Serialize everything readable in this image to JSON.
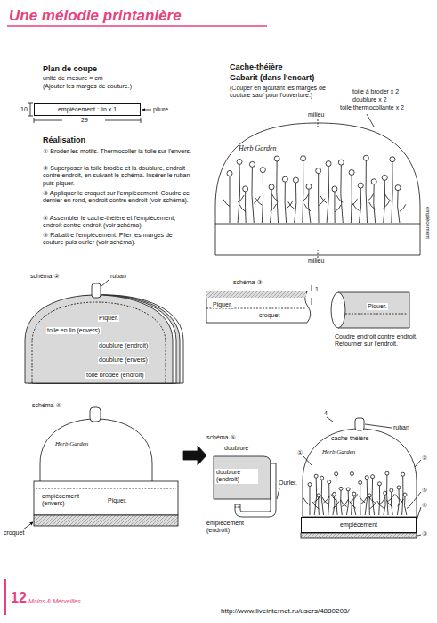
{
  "diagram": {
    "title": "Une mélodie printanière",
    "nodes": [
      {
        "text": [
          "empiècement : lin x 1"
        ]
      },
      {
        "text": [
          "empiècement"
        ]
      }
    ],
    "labels": [
      "Plan de coupe",
      "unité de mesure = cm",
      "(Ajouter les marges de couture.)",
      "10",
      "pliure",
      "29",
      "Réalisation",
      "① Broder les motifs. Thermocoller la toile sur l'envers.",
      "② Superposer la toile brodée et la doublure, endroit contre endroit, en suivant le schéma. Insérer le ruban puis piquer.",
      "③ Appliquer le croquet sur l'empiècement. Coudre ce dernier en rond, endroit contre endroit (voir schéma).",
      "④ Assembler le cache-théière et l'empiècement, endroit contre endroit (voir schéma).",
      "⑤ Rabattre l'empiècement. Plier les marges de couture puis ourler (voir schéma).",
      "Cache-théière",
      "Gabarit (dans l'encart)",
      "(Couper en ajoutant les marges de couture sauf pour l'ouverture.)",
      "milieu",
      "toile à broder x 2",
      "doublure x 2",
      "toile thermocollante x 2",
      "Herb Garden",
      "empiècement",
      "milieu",
      "schéma ②",
      "ruban",
      "Piquer.",
      "toile en lin (envers)",
      "doublure (endroit)",
      "doublure (envers)",
      "toile brodée (endroit)",
      "schéma ③",
      "1",
      "Piquer.",
      "croquet",
      "Piquer.",
      "Coudre endroit contre endroit. Retourner sur l'endroit.",
      "schéma ④",
      "Herb Garden",
      "empiècement (envers)",
      "Piquer.",
      "croquet",
      "schéma ⑤",
      "doublure",
      "doublure (endroit)",
      "Ourler.",
      "empiècement (endroit)",
      "4",
      "ruban",
      "cache-théière",
      "Herb Garden",
      "①",
      "②",
      "⑤",
      "④",
      "③",
      "12",
      "Mains & Merveilles",
      "http://www.liveinternet.ru/users/4880208/"
    ]
  }
}
